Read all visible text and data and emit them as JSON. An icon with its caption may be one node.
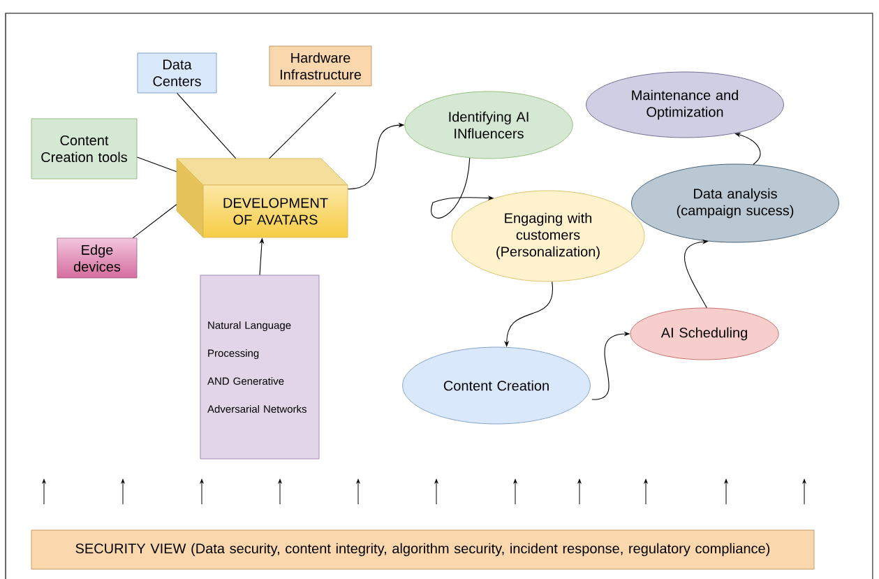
{
  "diagram": {
    "nodes": [
      {
        "text": [
          "Data Centers"
        ]
      },
      {
        "text": [
          "Hardware Infrastructure"
        ]
      },
      {
        "text": [
          "Content Creation tools"
        ]
      },
      {
        "text": [
          "DEVELOPMENT OF AVATARS"
        ]
      },
      {
        "text": [
          "Edge devices"
        ]
      },
      {
        "text": [
          "Natural Language Processing AND Generative Adversarial Networks"
        ]
      },
      {
        "text": [
          "Identifying AI INfluencers"
        ]
      },
      {
        "text": [
          "Engaging with customers (Personalization)"
        ]
      },
      {
        "text": [
          "Content Creation"
        ]
      },
      {
        "text": [
          "AI Scheduling"
        ]
      },
      {
        "text": [
          "Data analysis (campaign sucess)"
        ]
      },
      {
        "text": [
          "Maintenance and Optimization"
        ]
      },
      {
        "text": [
          "SECURITY VIEW (Data security, content integrity, algorithm security, incident response, regulatory compliance)"
        ]
      }
    ],
    "edges": [
      {
        "from": 0,
        "to": 3,
        "arrow": "none"
      },
      {
        "from": 1,
        "to": 3,
        "arrow": "none"
      },
      {
        "from": 2,
        "to": 3,
        "arrow": "none"
      },
      {
        "from": 4,
        "to": 3,
        "arrow": "none"
      },
      {
        "from": 5,
        "to": 3,
        "arrow": "to"
      },
      {
        "from": 3,
        "to": 6,
        "arrow": "to"
      },
      {
        "from": 6,
        "to": 7,
        "arrow": "to"
      },
      {
        "from": 7,
        "to": 8,
        "arrow": "to"
      },
      {
        "from": 8,
        "to": 9,
        "arrow": "to"
      },
      {
        "from": 9,
        "to": 10,
        "arrow": "to"
      },
      {
        "from": 10,
        "to": 11,
        "arrow": "to"
      }
    ]
  }
}
